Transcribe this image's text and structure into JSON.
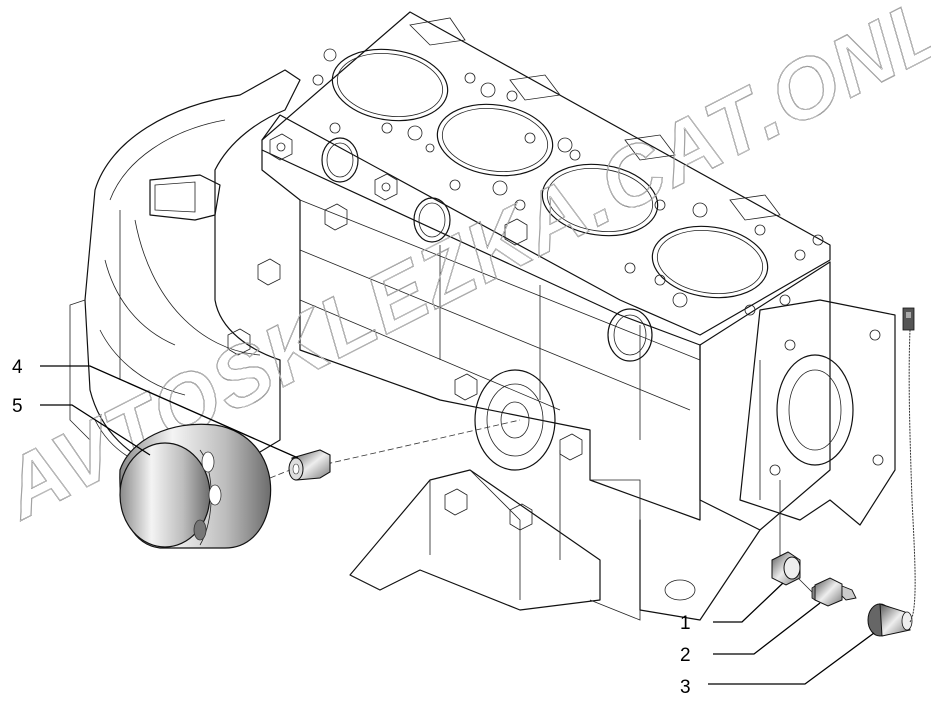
{
  "diagram": {
    "subject": "Engine cylinder block assembly",
    "watermark": "AVTOSKLEZKA.CAT.ONLINE",
    "colors": {
      "line": "#111111",
      "background": "#ffffff",
      "watermark_stroke": "#555555"
    },
    "callouts": [
      {
        "number": "1",
        "part": "plug"
      },
      {
        "number": "2",
        "part": "oil-pressure-sensor"
      },
      {
        "number": "3",
        "part": "sensor-with-wire"
      },
      {
        "number": "4",
        "part": "oil-filter-fitting"
      },
      {
        "number": "5",
        "part": "oil-filter"
      }
    ]
  }
}
